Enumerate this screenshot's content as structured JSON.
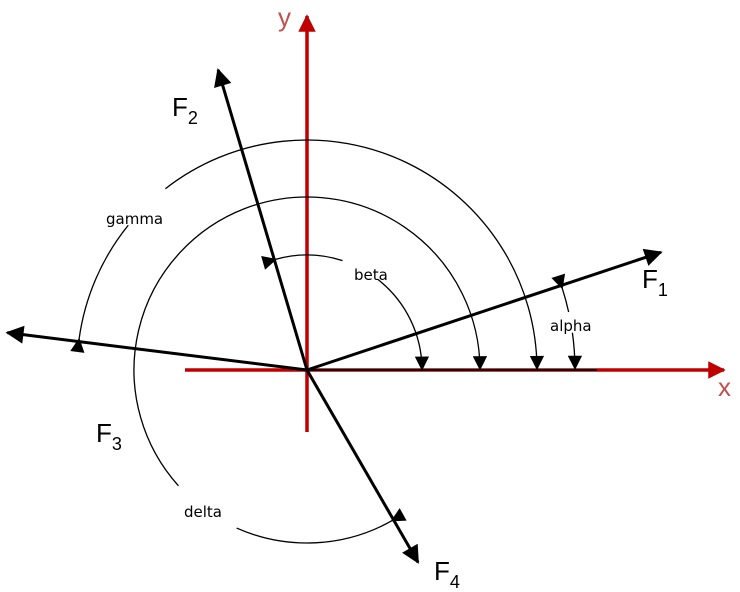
{
  "axes": {
    "x_label": "x",
    "y_label": "y",
    "color": "#c00000"
  },
  "forces": [
    {
      "name": "F",
      "sub": "1",
      "angle_deg": 18.4
    },
    {
      "name": "F",
      "sub": "2",
      "angle_deg": 106.5
    },
    {
      "name": "F",
      "sub": "3",
      "angle_deg": 172.9
    },
    {
      "name": "F",
      "sub": "4",
      "angle_deg": 300
    }
  ],
  "angles": [
    {
      "label": "alpha",
      "to_force": 1
    },
    {
      "label": "beta",
      "to_force": 2
    },
    {
      "label": "gamma",
      "to_force": 3
    },
    {
      "label": "delta",
      "to_force": 4
    }
  ]
}
